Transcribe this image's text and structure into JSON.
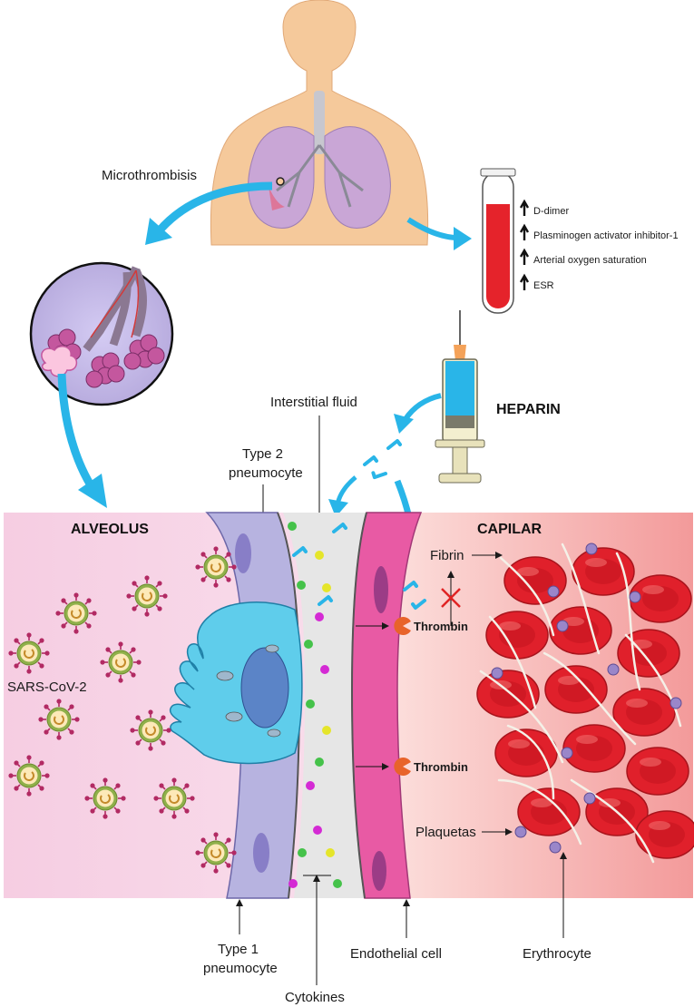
{
  "labels": {
    "microthrombisis": "Microthrombisis",
    "heparin": "HEPARIN",
    "interstitial_fluid": "Interstitial fluid",
    "type2_line1": "Type 2",
    "type2_line2": "pneumocyte",
    "alveolus": "ALVEOLUS",
    "capilar": "CAPILAR",
    "fibrin": "Fibrin",
    "thrombin_1": "Thrombin",
    "thrombin_2": "Thrombin",
    "sars": "SARS-CoV-2",
    "plaquetas": "Plaquetas",
    "type1_line1": "Type 1",
    "type1_line2": "pneumocyte",
    "cytokines": "Cytokines",
    "endothelial": "Endothelial cell",
    "erythrocyte": "Erythrocyte"
  },
  "blood_markers": [
    "D-dimer",
    "Plasminogen activator inhibitor-1",
    "Arterial oxygen saturation",
    "ESR"
  ],
  "colors": {
    "arrow_blue": "#29b5e8",
    "skin": "#f5c99b",
    "lung": "#c9a6d6",
    "blood": "#e5232b",
    "alveolus_bg": "#f9d7e8",
    "capillary_bg": "#f6b4b4",
    "endothelium": "#e85aa4",
    "pneumocyte2": "#5fcdeb",
    "pneumocyte1": "#b7b3e0",
    "erythrocyte": "#e0202b",
    "virus": "#b22a63",
    "thrombin": "#e8632a"
  },
  "icons": [
    "human-torso-icon",
    "lungs-icon",
    "blood-tube-icon",
    "syringe-icon",
    "virus-icon",
    "heparin-molecule-icon",
    "thrombin-icon",
    "platelet-icon",
    "erythrocyte-icon",
    "up-arrow-icon",
    "cross-icon"
  ]
}
